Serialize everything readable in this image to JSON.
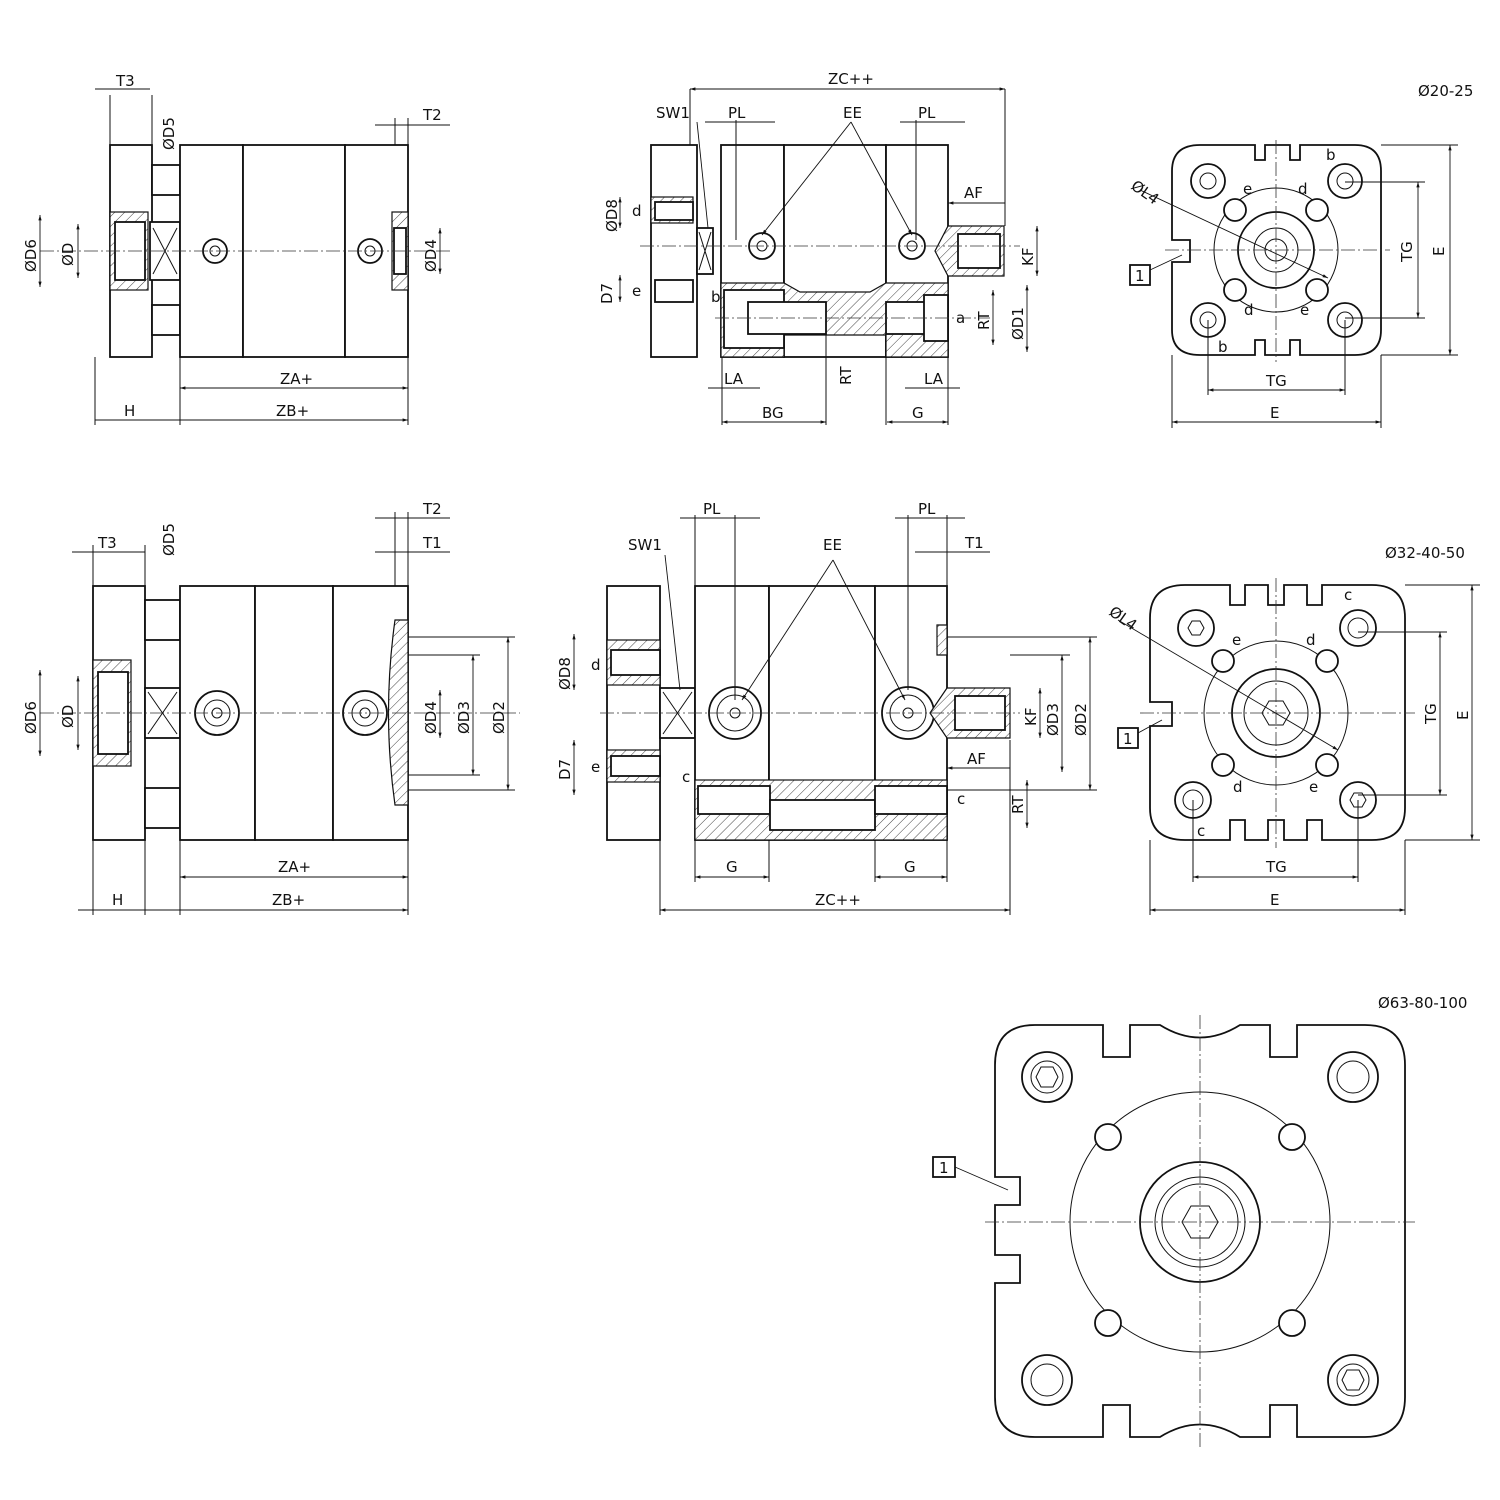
{
  "title_variants": {
    "small": "Ø20-25",
    "medium": "Ø32-40-50",
    "large": "Ø63-80-100"
  },
  "view1": {
    "T3": "T3",
    "D5": "ØD5",
    "T2": "T2",
    "D6": "ØD6",
    "D": "ØD",
    "D4": "ØD4",
    "ZA": "ZA+",
    "H": "H",
    "ZB": "ZB+"
  },
  "view2": {
    "ZC": "ZC++",
    "SW1": "SW1",
    "PL1": "PL",
    "EE": "EE",
    "PL2": "PL",
    "AF": "AF",
    "D8": "ØD8",
    "d": "d",
    "KF": "KF",
    "D7": "D7",
    "e": "e",
    "b": "b",
    "a": "a",
    "RT1": "RT",
    "D1": "ØD1",
    "LA1": "LA",
    "RT2": "RT",
    "LA2": "LA",
    "BG": "BG",
    "G": "G"
  },
  "view3": {
    "L4": "ØL4",
    "b1": "b",
    "e1": "e",
    "d1": "d",
    "item": "1",
    "TG1": "TG",
    "E1": "E",
    "d2": "d",
    "e2": "e",
    "b2": "b",
    "TG2": "TG",
    "E2": "E"
  },
  "view4": {
    "T2": "T2",
    "T3": "T3",
    "D5": "ØD5",
    "T1": "T1",
    "D6": "ØD6",
    "D": "ØD",
    "D4": "ØD4",
    "D3": "ØD3",
    "D2": "ØD2",
    "ZA": "ZA+",
    "H": "H",
    "ZB": "ZB+"
  },
  "view5": {
    "PL1": "PL",
    "PL2": "PL",
    "SW1": "SW1",
    "EE": "EE",
    "T1": "T1",
    "D8": "ØD8",
    "d": "d",
    "D3": "ØD3",
    "D2": "ØD2",
    "KF": "KF",
    "AF": "AF",
    "D7": "D7",
    "e": "e",
    "c1": "c",
    "c2": "c",
    "RT": "RT",
    "G1": "G",
    "G2": "G",
    "ZC": "ZC++"
  },
  "view6": {
    "L4": "ØL4",
    "c1": "c",
    "e1": "e",
    "d1": "d",
    "item": "1",
    "TG1": "TG",
    "E1": "E",
    "d2": "d",
    "e2": "e",
    "c2": "c",
    "TG2": "TG",
    "E2": "E"
  },
  "view7": {
    "item": "1"
  }
}
